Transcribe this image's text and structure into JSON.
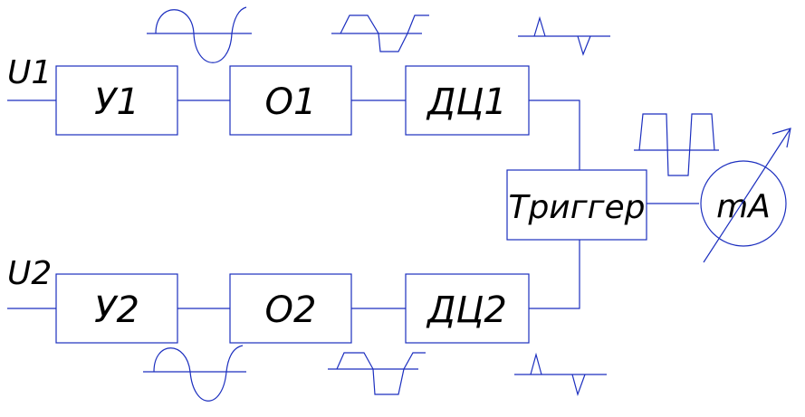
{
  "inputs": {
    "u1": "U1",
    "u2": "U2"
  },
  "blocks": {
    "amp1": "У1",
    "lim1": "О1",
    "diff1": "ДЦ1",
    "amp2": "У2",
    "lim2": "О2",
    "diff2": "ДЦ2",
    "trigger": "Триггер"
  },
  "meter": {
    "label": "mA"
  },
  "icons": {
    "signal": "sine-waveform",
    "limited": "clipped-waveform",
    "pulses": "pulse-waveform",
    "square": "square-waveform",
    "meter_arrow": "adjustment-arrow"
  }
}
